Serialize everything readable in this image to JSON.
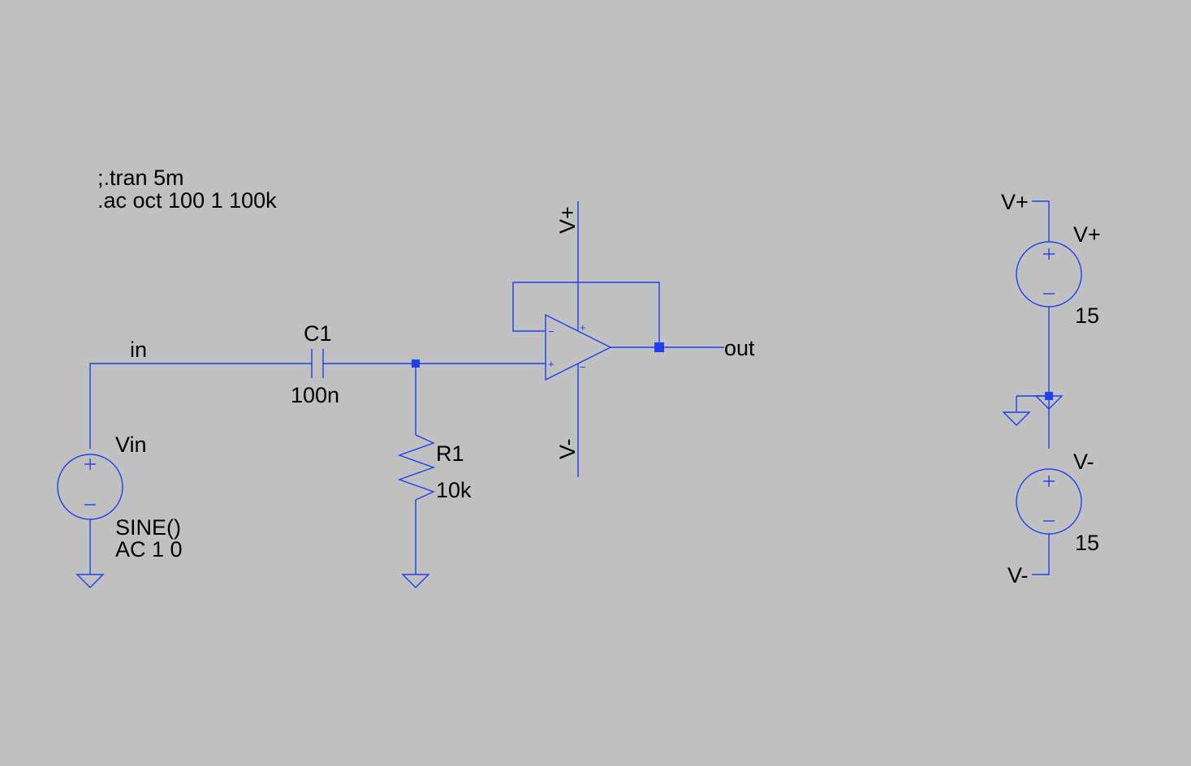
{
  "background_color": "#c0c0c0",
  "wire_color": "#1f3ff0",
  "text_color": "#000000",
  "directives": {
    "line1": ";.tran 5m",
    "line2": ".ac oct 100 1 100k"
  },
  "nets": {
    "in": "in",
    "out": "out",
    "vplus_opamp": "V+",
    "vminus_opamp": "V-",
    "vplus_supply": "V+",
    "vminus_supply": "V-"
  },
  "components": {
    "vin": {
      "name": "Vin",
      "value1": "SINE()",
      "value2": "AC 1 0"
    },
    "c1": {
      "name": "C1",
      "value": "100n"
    },
    "r1": {
      "name": "R1",
      "value": "10k"
    },
    "vplus_source": {
      "name": "V+",
      "value": "15"
    },
    "vminus_source": {
      "name": "V-",
      "value": "15"
    }
  },
  "symbols": {
    "plus": "+",
    "minus": "−"
  }
}
